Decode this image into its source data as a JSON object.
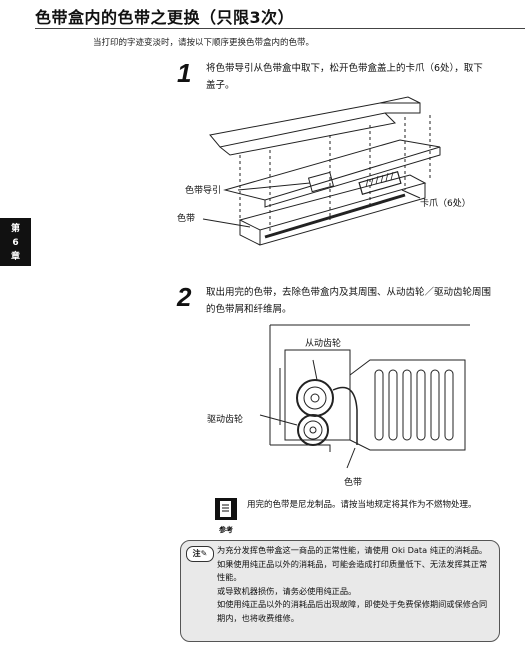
{
  "page": {
    "title": "色带盒内的色带之更换（只限3次）",
    "intro": "当打印的字迹变淡时，请按以下顺序更换色带盒内的色带。",
    "chapter_tab": [
      "第",
      "6",
      "章"
    ]
  },
  "steps": [
    {
      "number": "1",
      "text": "将色带导引从色带盒中取下，松开色带盒盖上的卡爪（6处），取下盖子。"
    },
    {
      "number": "2",
      "text": "取出用完的色带，去除色带盒内及其周围、从动齿轮／驱动齿轮周围的色带屑和纤维屑。"
    }
  ],
  "figure1": {
    "label_guide": "色带导引",
    "label_ribbon": "色带",
    "label_claw": "卡爪（6处）"
  },
  "figure2": {
    "label_driven": "从动齿轮",
    "label_drive": "驱动齿轮",
    "label_ribbon": "色带"
  },
  "reference": {
    "icon_label": "参考",
    "text": "用完的色带是尼龙制品。请按当地规定将其作为不燃物处理。"
  },
  "note": {
    "badge": "注",
    "lines": [
      "为充分发挥色带盒这一商品的正常性能，请使用 Oki Data 纯正的消耗品。",
      "如果使用纯正品以外的消耗品，可能会造成打印质量低下、无法发挥其正常性能。",
      "或导致机器损伤，请务必使用纯正品。",
      "如使用纯正品以外的消耗品后出现故障，即使处于免费保修期间或保修合同期内，也将收费维修。"
    ]
  }
}
